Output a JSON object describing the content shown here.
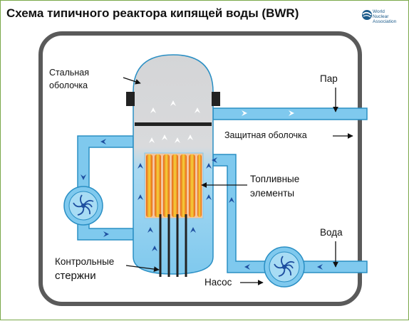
{
  "title": "Схема типичного реактора кипящей воды (BWR)",
  "logo": {
    "line1": "World",
    "line2": "Nuclear",
    "line3": "Association",
    "icon": "wna-globe-icon"
  },
  "labels": {
    "steel_vessel_line1": "Стальная",
    "steel_vessel_line2": "оболочка",
    "steam": "Пар",
    "containment": "Защитная оболочка",
    "fuel_line1": "Топливные",
    "fuel_line2": "элементы",
    "water": "Вода",
    "control_rods_line1": "Контрольные",
    "control_rods_line2": "стержни",
    "pump": "Насос"
  },
  "colors": {
    "pipe_fill": "#7fc9ee",
    "pipe_stroke": "#2a8fc4",
    "vessel_top": "#d9dadc",
    "containment": "#5a5a5a",
    "fuel_orange": "#e8641a",
    "fuel_yellow": "#f5d23a",
    "arrow": "#1e4fa0"
  }
}
